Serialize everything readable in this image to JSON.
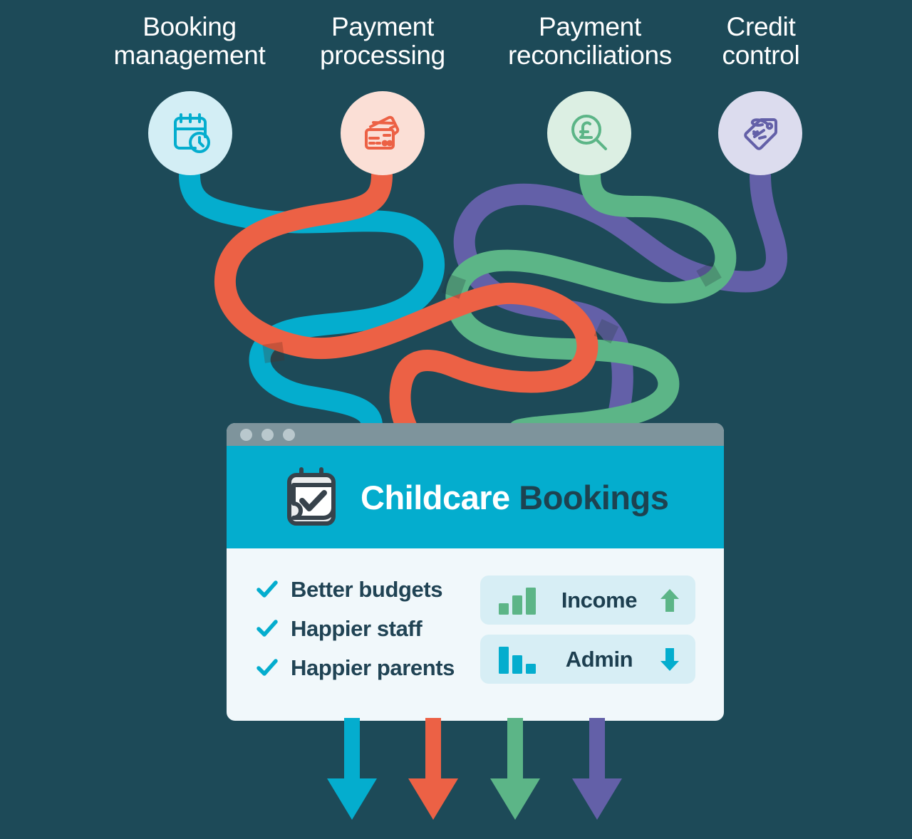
{
  "theme": {
    "background": "#1d4a58",
    "cyan": "#04adce",
    "orange": "#ec6145",
    "green": "#5cb587",
    "purple": "#6360a8",
    "panel_bg": "#f1f8fb",
    "titlebar": "#7e949c",
    "stat_bg": "#d7eef5",
    "dark_text": "#204354"
  },
  "top_labels": [
    {
      "id": "booking-management",
      "text": "Booking\nmanagement",
      "icon": "calendar-clock-icon",
      "circle_color": "#d3eef5",
      "ribbon_color": "#04adce"
    },
    {
      "id": "payment-processing",
      "text": "Payment\nprocessing",
      "icon": "credit-cards-icon",
      "circle_color": "#fbdfd6",
      "ribbon_color": "#ec6145"
    },
    {
      "id": "payment-reconciliations",
      "text": "Payment\nreconciliations",
      "icon": "pound-magnifier-icon",
      "circle_color": "#dcefe3",
      "ribbon_color": "#5cb587"
    },
    {
      "id": "credit-control",
      "text": "Credit\ncontrol",
      "icon": "price-tag-percent-icon",
      "circle_color": "#dcdcee",
      "ribbon_color": "#6360a8"
    }
  ],
  "window": {
    "titlebar_dots": 3,
    "logo_icon": "calendar-check-icon",
    "app_title_part1": "Childcare",
    "app_title_part2": "Bookings",
    "checklist": [
      {
        "icon": "check-icon",
        "label": "Better budgets"
      },
      {
        "icon": "check-icon",
        "label": "Happier staff"
      },
      {
        "icon": "check-icon",
        "label": "Happier parents"
      }
    ],
    "stats": [
      {
        "label": "Income",
        "trend": "up",
        "trend_icon": "arrow-up-icon",
        "color": "#5cb587",
        "bars": [
          12,
          26,
          38
        ]
      },
      {
        "label": "Admin",
        "trend": "down",
        "trend_icon": "arrow-down-icon",
        "color": "#04adce",
        "bars": [
          38,
          24,
          12
        ]
      }
    ]
  },
  "outflow_arrows": [
    {
      "id": "outflow-cyan",
      "color": "#04adce",
      "direction": "down"
    },
    {
      "id": "outflow-orange",
      "color": "#ec6145",
      "direction": "down"
    },
    {
      "id": "outflow-green",
      "color": "#5cb587",
      "direction": "down"
    },
    {
      "id": "outflow-purple",
      "color": "#6360a8",
      "direction": "down"
    }
  ]
}
